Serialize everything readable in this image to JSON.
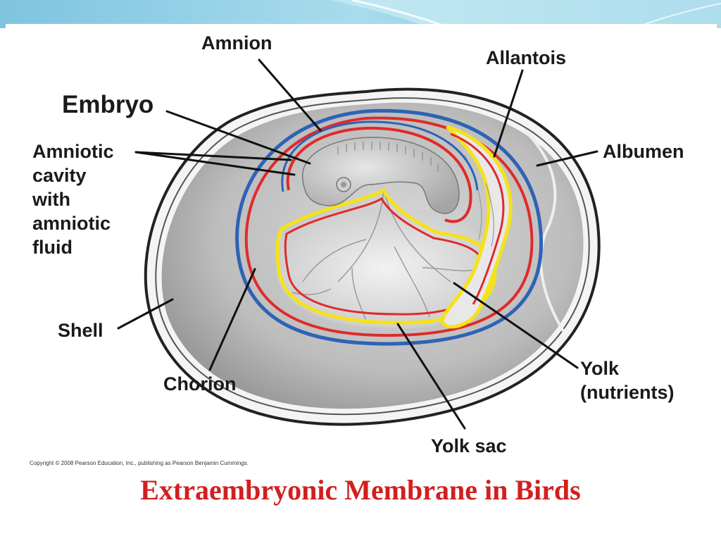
{
  "labels": {
    "amnion": "Amnion",
    "allantois": "Allantois",
    "embryo": "Embryo",
    "amniotic_cavity": [
      "Amniotic",
      "cavity",
      "with",
      "amniotic",
      "fluid"
    ],
    "albumen": "Albumen",
    "shell": "Shell",
    "chorion": "Chorion",
    "yolk": [
      "Yolk",
      "(nutrients)"
    ],
    "yolk_sac": "Yolk sac"
  },
  "copyright": "Copyright © 2008 Pearson Education, Inc., publishing as Pearson Benjamin Cummings.",
  "title": "Extraembryonic Membrane in Birds",
  "colors": {
    "title": "#d21f1f",
    "chorion_line": "#2d63b5",
    "amnion_line": "#e02a2a",
    "yolk_sac_line": "#f5e21a",
    "header_band": "#8fd0e6"
  }
}
